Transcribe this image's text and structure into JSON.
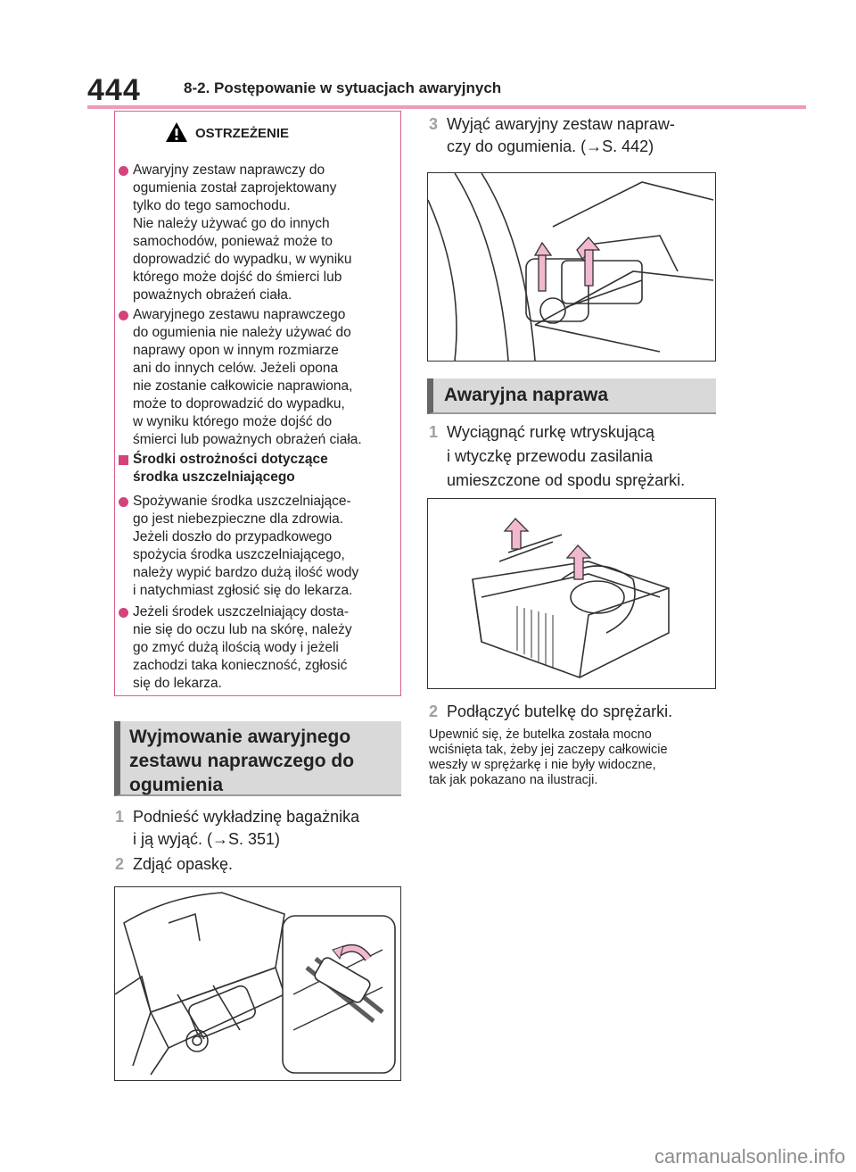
{
  "header": {
    "page_number": "444",
    "section_title": "8-2. Postępowanie w sytuacjach awaryjnych"
  },
  "warning": {
    "title": "OSTRZEŻENIE",
    "bullets": [
      "Awaryjny zestaw naprawczy do\nogumienia został zaprojektowany\ntylko do tego samochodu.\nNie należy używać go do innych\nsamochodów, ponieważ może to\ndoprowadzić do wypadku, w wyniku\nktórego może dojść do śmierci lub\npoważnych obrażeń ciała.",
      "Awaryjnego zestawu naprawczego\ndo ogumienia nie należy używać do\nnaprawy opon w innym rozmiarze\nani do innych celów. Jeżeli opona\nnie zostanie całkowicie naprawiona,\nmoże to doprowadzić do wypadku,\nw wyniku którego może dojść do\nśmierci lub poważnych obrażeń ciała."
    ],
    "subheading": "Środki ostrożności dotyczące\nśrodka uszczelniającego",
    "bullets2": [
      "Spożywanie środka uszczelniające-\ngo jest niebezpieczne dla zdrowia.\nJeżeli doszło do przypadkowego\nspożycia środka uszczelniającego,\nnależy wypić bardzo dużą ilość wody\ni natychmiast zgłosić się do lekarza.",
      "Jeżeli środek uszczelniający dosta-\nnie się do oczu lub na skórę, należy\ngo zmyć dużą ilością wody i jeżeli\nzachodzi taka konieczność, zgłosić\nsię do lekarza."
    ]
  },
  "removal": {
    "heading": "Wyjmowanie awaryjnego\nzestawu naprawczego do\nogumienia",
    "steps": [
      {
        "num": "1",
        "text": "Podnieść wykładzinę bagażnika\ni ją wyjąć. (→S. 351)"
      },
      {
        "num": "2",
        "text": "Zdjąć opaskę."
      },
      {
        "num": "3",
        "text": "Wyjąć awaryjny zestaw napraw-\nczy do ogumienia. (→S. 442)"
      }
    ]
  },
  "repair": {
    "heading": "Awaryjna naprawa",
    "steps": [
      {
        "num": "1",
        "text": "Wyciągnąć rurkę wtryskującą\ni wtyczkę przewodu zasilania\numieszczone od spodu sprężarki."
      },
      {
        "num": "2",
        "text": "Podłączyć butelkę do sprężarki."
      }
    ],
    "note": "Upewnić się, że butelka została mocno\nwciśnięta tak, żeby jej zaczepy całkowicie\nweszły w sprężarkę i nie były widoczne,\ntak jak pokazano na ilustracji."
  },
  "footer": {
    "watermark": "carmanualsonline.info"
  },
  "colors": {
    "accent_pink": "#d5437c",
    "rule_pink": "#ee9bb8",
    "heading_bar": "#d9d9d9",
    "arrow_fill": "#f2b8cf"
  }
}
